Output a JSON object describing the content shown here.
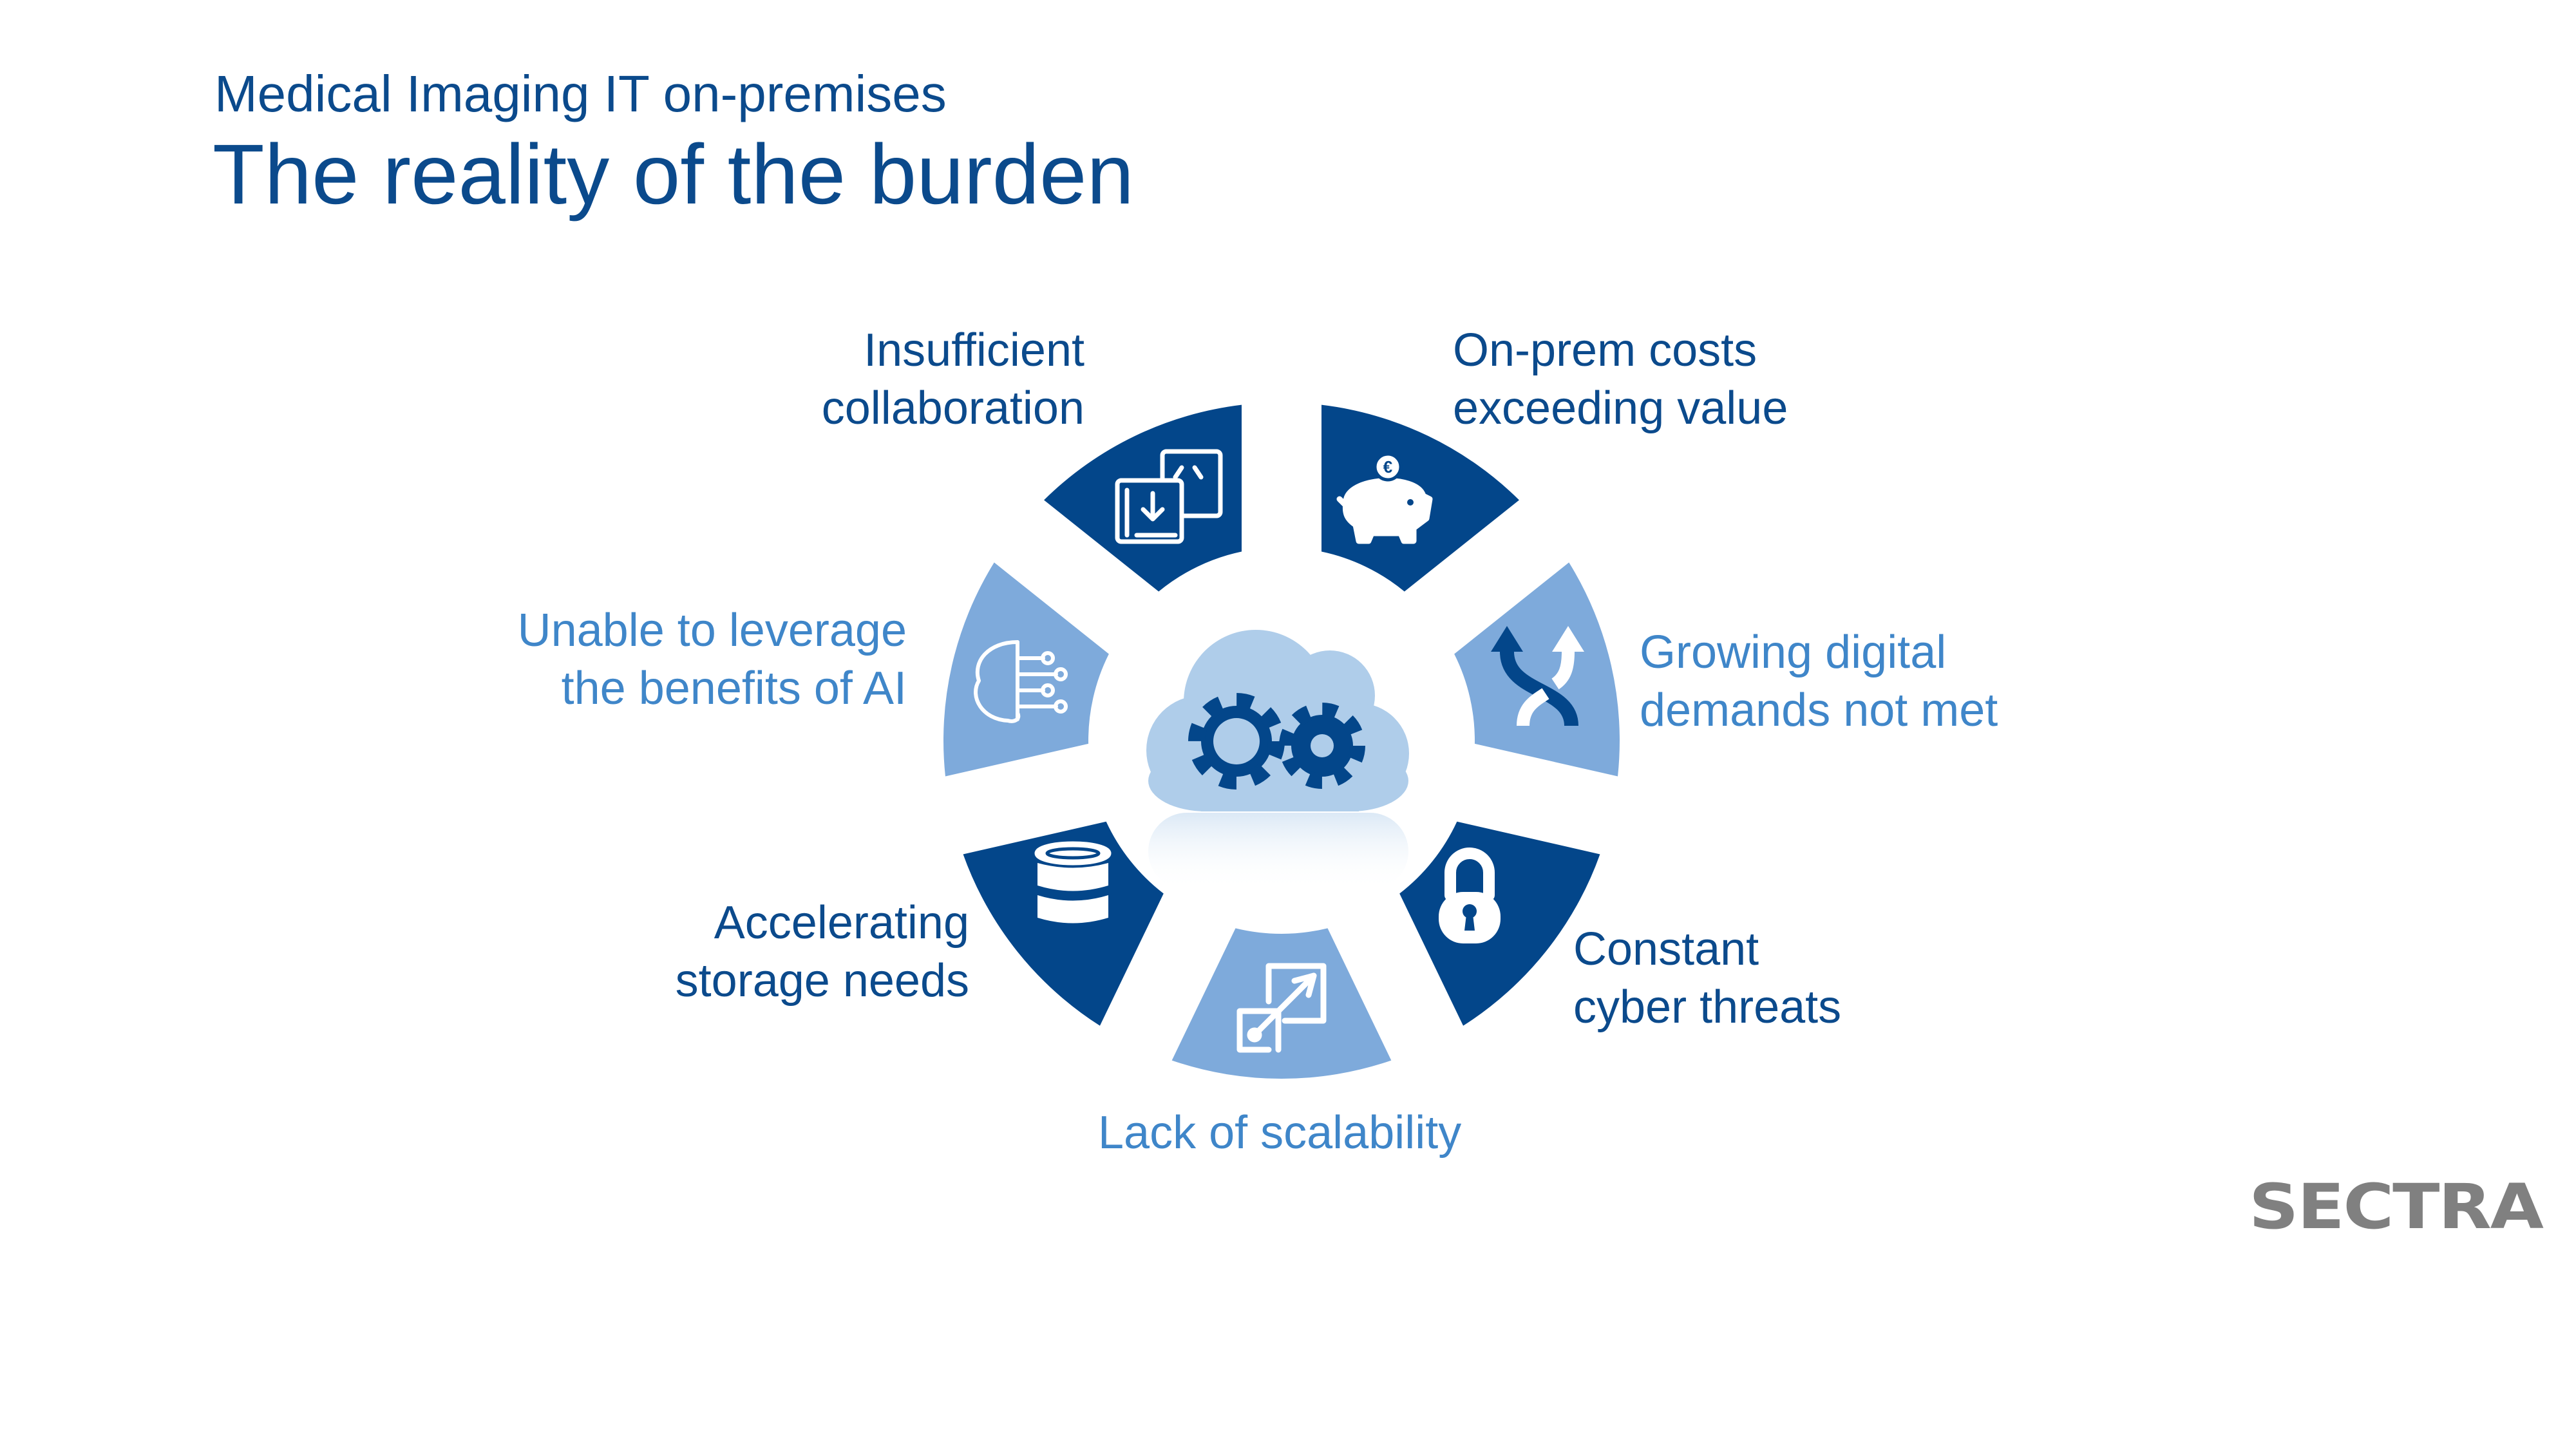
{
  "header": {
    "subtitle": "Medical Imaging IT on-premises",
    "title": "The reality of the burden"
  },
  "colors": {
    "dark": "#03468a",
    "light": "#7eaadb",
    "cloud": "#afcdea",
    "text_dark": "#0b4a8c",
    "text_light": "#3f86c9",
    "logo": "#808080"
  },
  "segments": [
    {
      "id": "scalability",
      "tone": "light",
      "icon": "scale-arrow-icon",
      "lines": [
        "Lack of scalability"
      ]
    },
    {
      "id": "storage",
      "tone": "dark",
      "icon": "database-icon",
      "lines": [
        "Accelerating",
        "storage needs"
      ]
    },
    {
      "id": "ai",
      "tone": "light",
      "icon": "ai-brain-icon",
      "lines": [
        "Unable to leverage",
        "the benefits of AI"
      ]
    },
    {
      "id": "collaboration",
      "tone": "dark",
      "icon": "collaboration-icon",
      "lines": [
        "Insufficient",
        "collaboration"
      ]
    },
    {
      "id": "costs",
      "tone": "dark",
      "icon": "piggy-bank-euro-icon",
      "lines": [
        "On-prem costs",
        "exceeding value"
      ]
    },
    {
      "id": "digital",
      "tone": "light",
      "icon": "diverging-arrows-icon",
      "lines": [
        "Growing digital",
        "demands not met"
      ]
    },
    {
      "id": "cyber",
      "tone": "dark",
      "icon": "padlock-icon",
      "lines": [
        "Constant",
        "cyber threats"
      ]
    }
  ],
  "center": {
    "icon": "cloud-gears-icon"
  },
  "logo": {
    "text": "SECTRA"
  }
}
